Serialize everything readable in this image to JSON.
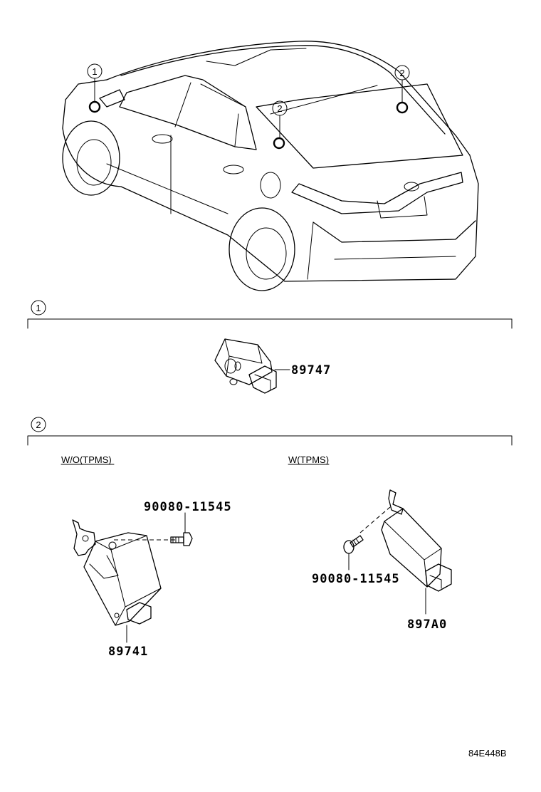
{
  "callouts": {
    "group_1": "1",
    "group_2": "2"
  },
  "sections": [
    {
      "id": "1",
      "parts": [
        {
          "part_number": "89747"
        }
      ]
    },
    {
      "id": "2",
      "variants": [
        {
          "label": "W/O(TPMS)",
          "parts": [
            {
              "part_number": "90080-11545"
            },
            {
              "part_number": "89741"
            }
          ]
        },
        {
          "label": "W(TPMS)",
          "parts": [
            {
              "part_number": "90080-11545"
            },
            {
              "part_number": "897A0"
            }
          ]
        }
      ]
    }
  ],
  "diagram_reference": "84E448B"
}
